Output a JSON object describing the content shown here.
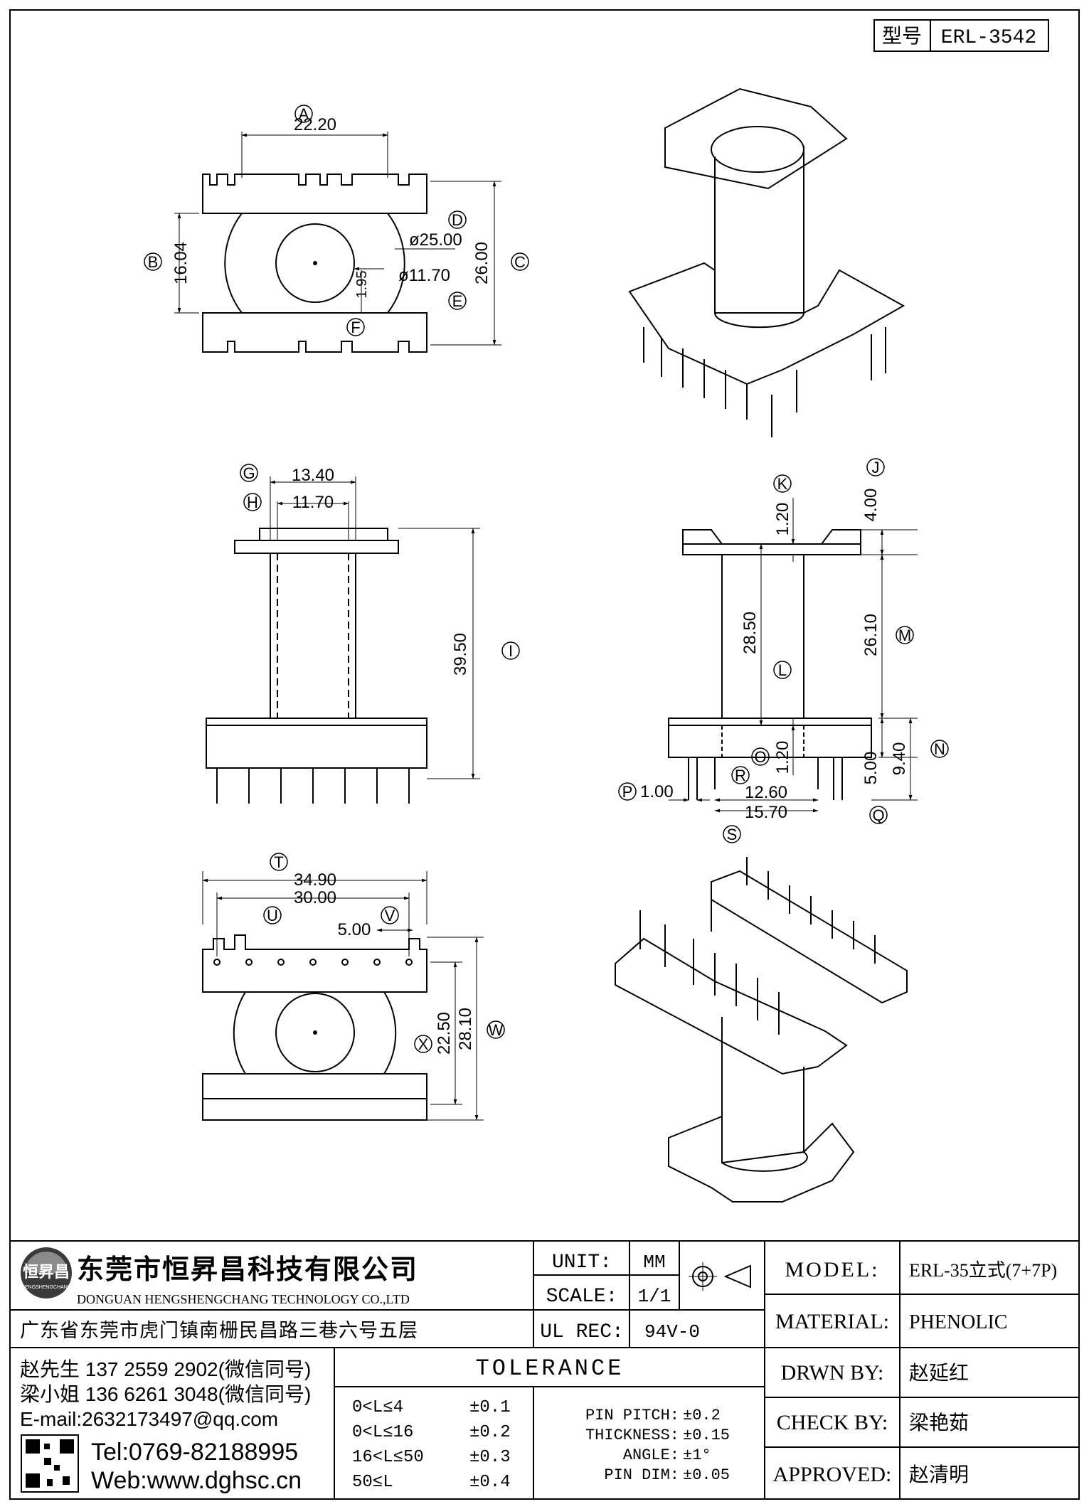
{
  "model_box": {
    "label": "型号",
    "value": "ERL-3542"
  },
  "views": {
    "top": {
      "A": "A",
      "dim_a": "22.20",
      "B": "B",
      "dim_b": "16.04",
      "C": "C",
      "dim_c": "26.00",
      "D": "D",
      "dim_d": "ø25.00",
      "E": "E",
      "dim_e": "ø11.70",
      "F": "F",
      "dim_f": "1.95"
    },
    "front": {
      "G": "G",
      "dim_g": "13.40",
      "H": "H",
      "dim_h": "11.70",
      "I": "I",
      "dim_i": "39.50"
    },
    "side": {
      "J": "J",
      "dim_j": "4.00",
      "K": "K",
      "dim_k": "1.20",
      "L": "L",
      "dim_l": "28.50",
      "M": "M",
      "dim_m": "26.10",
      "N": "N",
      "dim_n": "9.40",
      "O": "O",
      "dim_o": "1.20",
      "P": "P",
      "dim_p": "1.00",
      "Q": "Q",
      "dim_q": "5.00",
      "R": "R",
      "dim_r": "12.60",
      "S": "S",
      "dim_s": "15.70"
    },
    "bottom": {
      "T": "T",
      "dim_t": "34.90",
      "U": "U",
      "dim_u": "30.00",
      "V": "V",
      "dim_v": "5.00",
      "W": "W",
      "dim_w": "28.10",
      "X": "X",
      "dim_x": "22.50"
    }
  },
  "company": {
    "name_cn": "东莞市恒昇昌科技有限公司",
    "name_en": "DONGUAN HENGSHENGCHANG TECHNOLOGY CO.,LTD",
    "address": "广东省东莞市虎门镇南栅民昌路三巷六号五层",
    "contact1": "赵先生 137 2559 2902(微信同号)",
    "contact2": "梁小姐 136 6261 3048(微信同号)",
    "email": "E-mail:2632173497@qq.com",
    "tel": "Tel:0769-82188995",
    "web": "Web:www.dghsc.cn",
    "logo_text": "恒昇昌",
    "logo_sub": "HENGSHENGCHANG"
  },
  "specs": {
    "unit_label": "UNIT:",
    "unit_value": "MM",
    "scale_label": "SCALE:",
    "scale_value": "1/1",
    "ulrec_label": "UL REC:",
    "ulrec_value": "94V-0"
  },
  "tolerance": {
    "title": "TOLERANCE",
    "rows": [
      {
        "range": "0<L≤4",
        "value": "±0.1"
      },
      {
        "range": "0<L≤16",
        "value": "±0.2"
      },
      {
        "range": "16<L≤50",
        "value": "±0.3"
      },
      {
        "range": "50≤L",
        "value": "±0.4"
      }
    ],
    "other": [
      {
        "label": "PIN PITCH:",
        "value": "±0.2"
      },
      {
        "label": "THICKNESS:",
        "value": "±0.15"
      },
      {
        "label": "ANGLE:",
        "value": "±1°"
      },
      {
        "label": "PIN DIM:",
        "value": "±0.05"
      }
    ]
  },
  "title_block": {
    "model_label": "MODEL:",
    "model_value": "ERL-35立式(7+7P)",
    "material_label": "MATERIAL:",
    "material_value": "PHENOLIC",
    "drwn_label": "DRWN BY:",
    "drwn_value": "赵延红",
    "check_label": "CHECK BY:",
    "check_value": "梁艳茹",
    "approved_label": "APPROVED:",
    "approved_value": "赵清明"
  }
}
